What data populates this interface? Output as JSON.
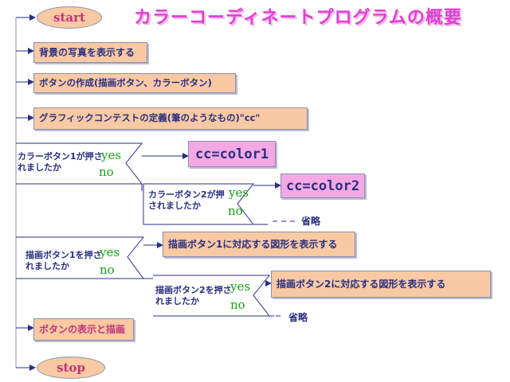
{
  "title": "カラーコーディネートプログラムの概要",
  "start": "start",
  "stop": "stop",
  "steps": {
    "bg": "背景の写真を表示する",
    "make_buttons": "ボタンの作成(描画ボタン、カラーボタン)",
    "define": "グラフィックコンテストの定義(筆のようなもの)\"cc\"",
    "show_draw": "ボタンの表示と描画"
  },
  "decisions": {
    "color1": "カラーボタン1が押されましたか",
    "color2": "カラーボタン2が押されましたか",
    "draw1": "描画ボタン1を押されましたか",
    "draw2": "描画ボタン2を押されましたか"
  },
  "yes": "yes",
  "no": "no",
  "results": {
    "cc1": "cc=color1",
    "cc2": "cc=color2",
    "fig1": "描画ボタン1に対応する図形を表示する",
    "fig2": "描画ボタン2に対応する図形を表示する"
  },
  "omitted": "省略",
  "colors": {
    "box": "#f8c9a3",
    "pink": "#f4a8e4",
    "line": "#2a2f80",
    "title": "#e040d0",
    "yesno": "#13a313"
  }
}
